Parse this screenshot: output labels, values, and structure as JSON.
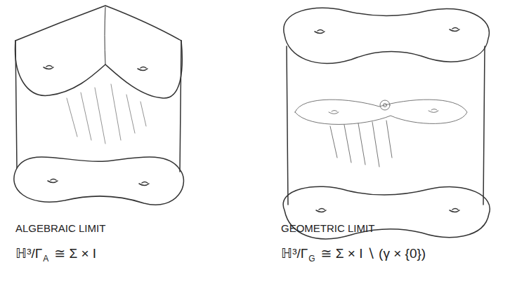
{
  "diagram": {
    "labels": [
      "ALGEBRAIC LIMIT",
      "ℍ³/Γ",
      "A",
      "≅ Σ × I",
      "GEOMETRIC LIMIT",
      "ℍ³/Γ",
      "G",
      "≅ Σ × I ∖ (γ × {0})"
    ]
  }
}
